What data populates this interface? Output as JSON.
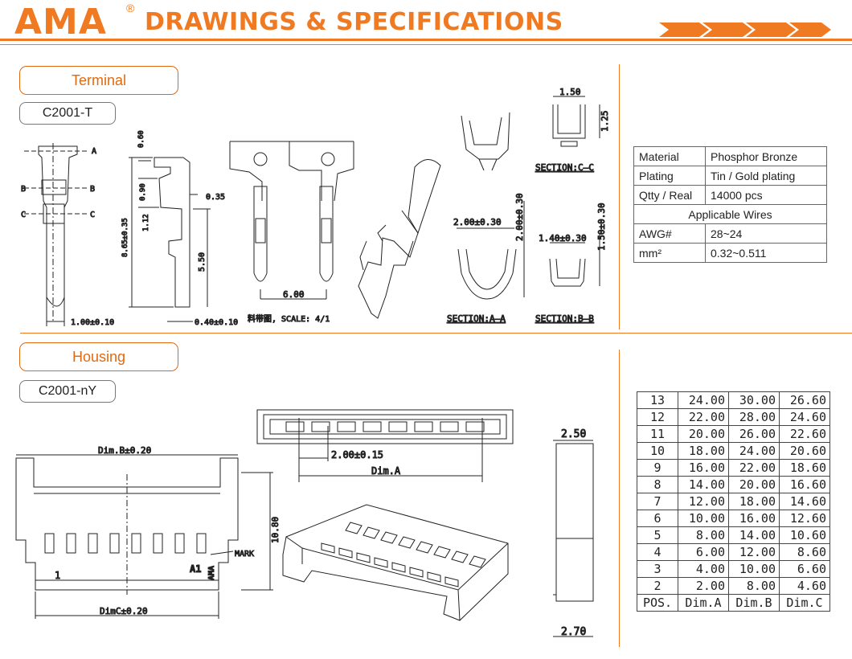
{
  "header": {
    "brand": "AMA",
    "registered": "®",
    "title": "DRAWINGS & SPECIFICATIONS",
    "accent_color": "#f07a21"
  },
  "terminal": {
    "section_label": "Terminal",
    "part_number": "C2001-T",
    "dims": {
      "a": "A",
      "b": "B",
      "c": "C",
      "h_060": "0.60",
      "h_090": "0.90",
      "h_112": "1.12",
      "h_865": "8.65±0.35",
      "w_035": "0.35",
      "h_550": "5.50",
      "w_100": "1.00±0.10",
      "w_040": "0.40±0.10",
      "pitch_600": "6.00",
      "reel_note": "料带图, SCALE: 4/1",
      "s150": "1.50",
      "s125": "1.25",
      "sec_cc": "SECTION:C—C",
      "s200w": "2.00±0.30",
      "s200h": "2.00±0.30",
      "sec_aa": "SECTION:A—A",
      "s140w": "1.40±0.30",
      "s150h": "1.50±0.30",
      "sec_bb": "SECTION:B—B"
    }
  },
  "spec_table": {
    "rows": [
      {
        "key": "Material",
        "value": "Phosphor Bronze"
      },
      {
        "key": "Plating",
        "value": "Tin / Gold plating"
      },
      {
        "key": "Qtty / Real",
        "value": "14000 pcs"
      }
    ],
    "wires_header": "Applicable Wires",
    "wire_rows": [
      {
        "key": "AWG#",
        "value": "28~24"
      },
      {
        "key": "mm²",
        "value": "0.32~0.511"
      }
    ]
  },
  "housing": {
    "section_label": "Housing",
    "part_number": "C2001-nY",
    "dims": {
      "dim_b": "Dim.B±0.20",
      "dim_c": "DimC±0.20",
      "h_1080": "10.80",
      "mark": "MARK",
      "a1": "A1",
      "brand_mark": "AMA",
      "pin1": "1",
      "pitch": "2.00±0.15",
      "dim_a": "Dim.A",
      "w_250": "2.50",
      "w_270": "2.70"
    }
  },
  "dim_table": {
    "headers": [
      "POS.",
      "Dim.A",
      "Dim.B",
      "Dim.C"
    ],
    "rows": [
      [
        "13",
        "24.00",
        "30.00",
        "26.60"
      ],
      [
        "12",
        "22.00",
        "28.00",
        "24.60"
      ],
      [
        "11",
        "20.00",
        "26.00",
        "22.60"
      ],
      [
        "10",
        "18.00",
        "24.00",
        "20.60"
      ],
      [
        "9",
        "16.00",
        "22.00",
        "18.60"
      ],
      [
        "8",
        "14.00",
        "20.00",
        "16.60"
      ],
      [
        "7",
        "12.00",
        "18.00",
        "14.60"
      ],
      [
        "6",
        "10.00",
        "16.00",
        "12.60"
      ],
      [
        "5",
        "8.00",
        "14.00",
        "10.60"
      ],
      [
        "4",
        "6.00",
        "12.00",
        "8.60"
      ],
      [
        "3",
        "4.00",
        "10.00",
        "6.60"
      ],
      [
        "2",
        "2.00",
        "8.00",
        "4.60"
      ]
    ]
  }
}
